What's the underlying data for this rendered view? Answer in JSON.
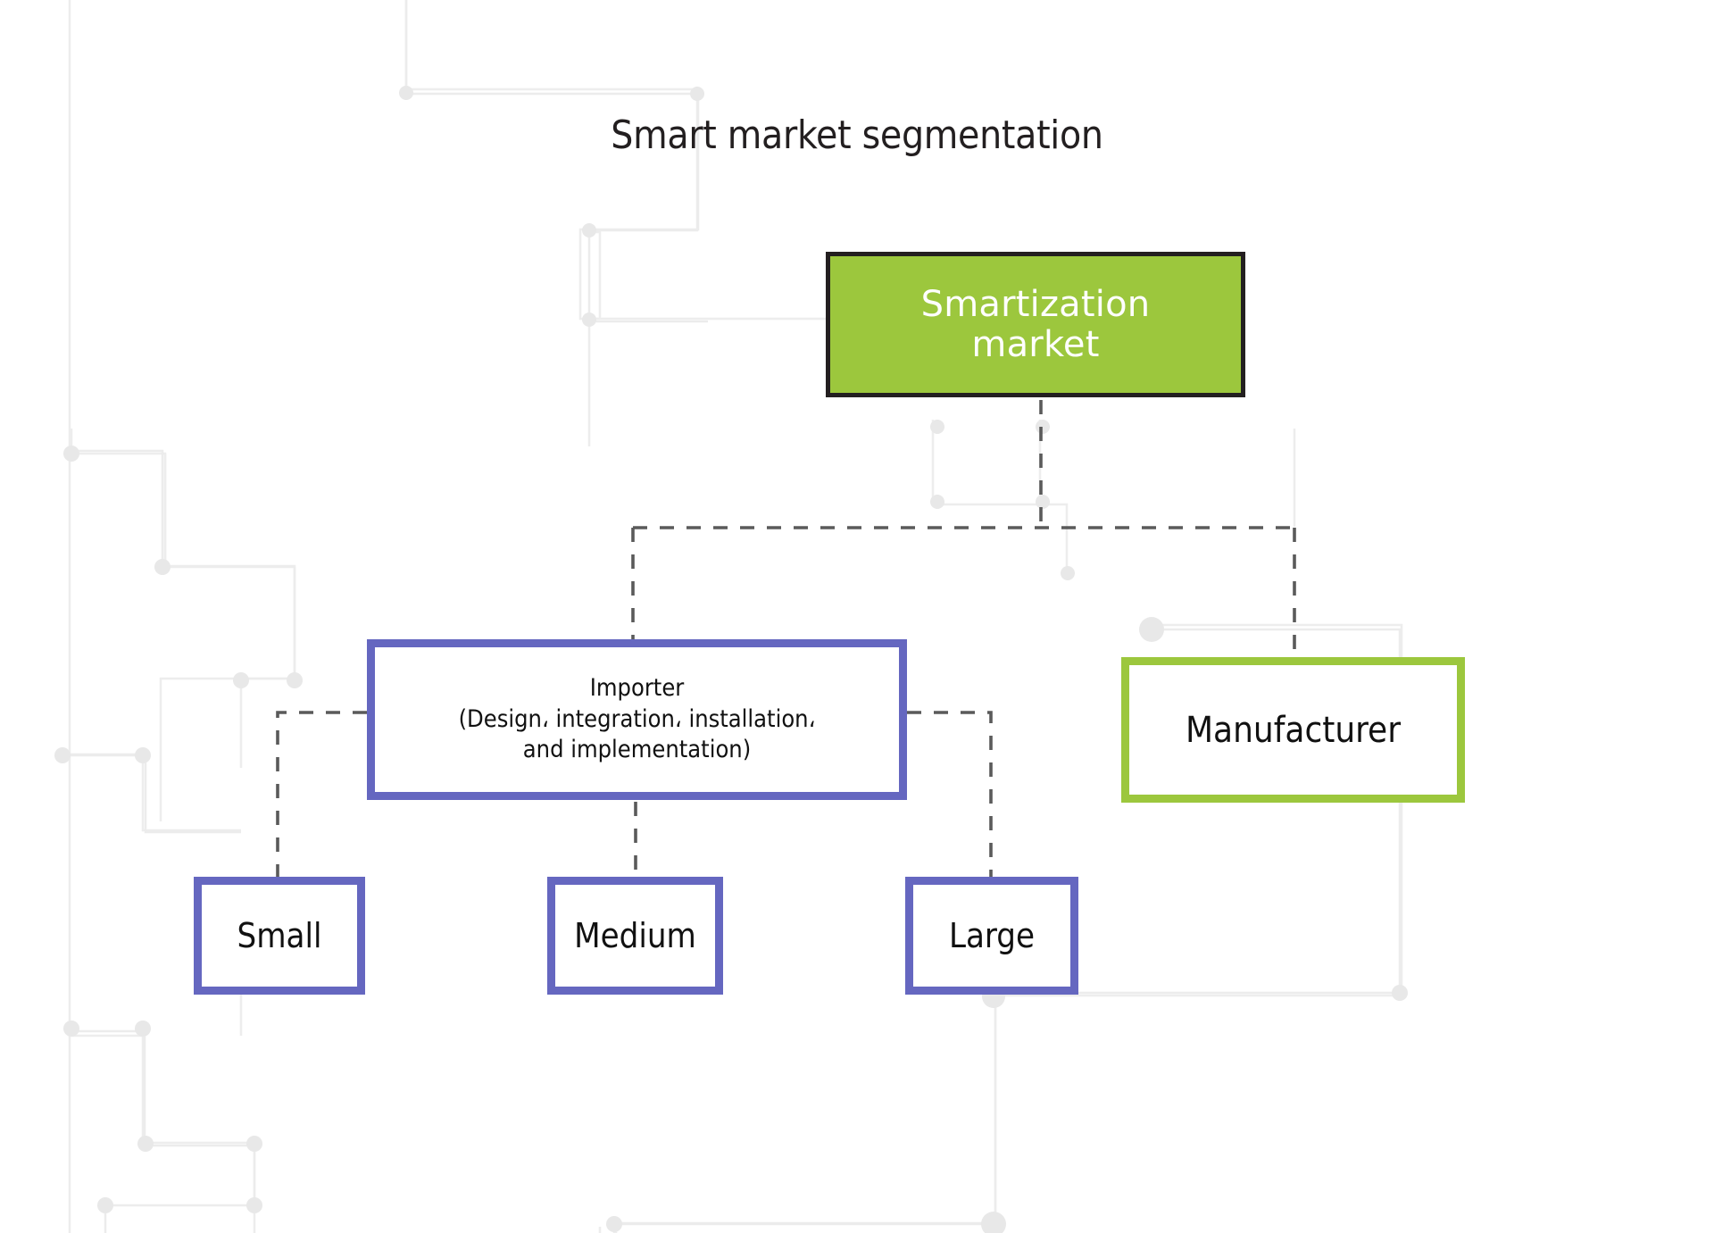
{
  "page": {
    "title": "Smart market segmentation",
    "background_color": "#ffffff"
  },
  "colors": {
    "root_fill": "#9cc73d",
    "root_border": "#231f20",
    "root_text": "#ffffff",
    "purple_border": "#6567c0",
    "green_border": "#9cc73d",
    "node_text": "#111111",
    "connector_line": "#5a5a5a",
    "bg_trace": "#eeeeee"
  },
  "diagram": {
    "type": "hierarchy-tree",
    "root": {
      "id": "smartization-market",
      "label_line1": "Smartization",
      "label_line2": "market",
      "style": "green-filled"
    },
    "level2": [
      {
        "id": "importer",
        "label_main": "Importer",
        "label_sub_line1": "(Design، integration، installation،",
        "label_sub_line2": "and implementation)",
        "style": "purple-outline"
      },
      {
        "id": "manufacturer",
        "label": "Manufacturer",
        "style": "green-outline"
      }
    ],
    "level3": [
      {
        "id": "small",
        "label": "Small",
        "style": "purple-outline",
        "parent": "importer"
      },
      {
        "id": "medium",
        "label": "Medium",
        "style": "purple-outline",
        "parent": "importer"
      },
      {
        "id": "large",
        "label": "Large",
        "style": "purple-outline",
        "parent": "importer"
      }
    ],
    "edges": [
      {
        "from": "smartization-market",
        "to": "importer",
        "style": "dashed"
      },
      {
        "from": "smartization-market",
        "to": "manufacturer",
        "style": "dashed"
      },
      {
        "from": "importer",
        "to": "small",
        "style": "dashed"
      },
      {
        "from": "importer",
        "to": "medium",
        "style": "dashed"
      },
      {
        "from": "importer",
        "to": "large",
        "style": "dashed"
      }
    ]
  }
}
